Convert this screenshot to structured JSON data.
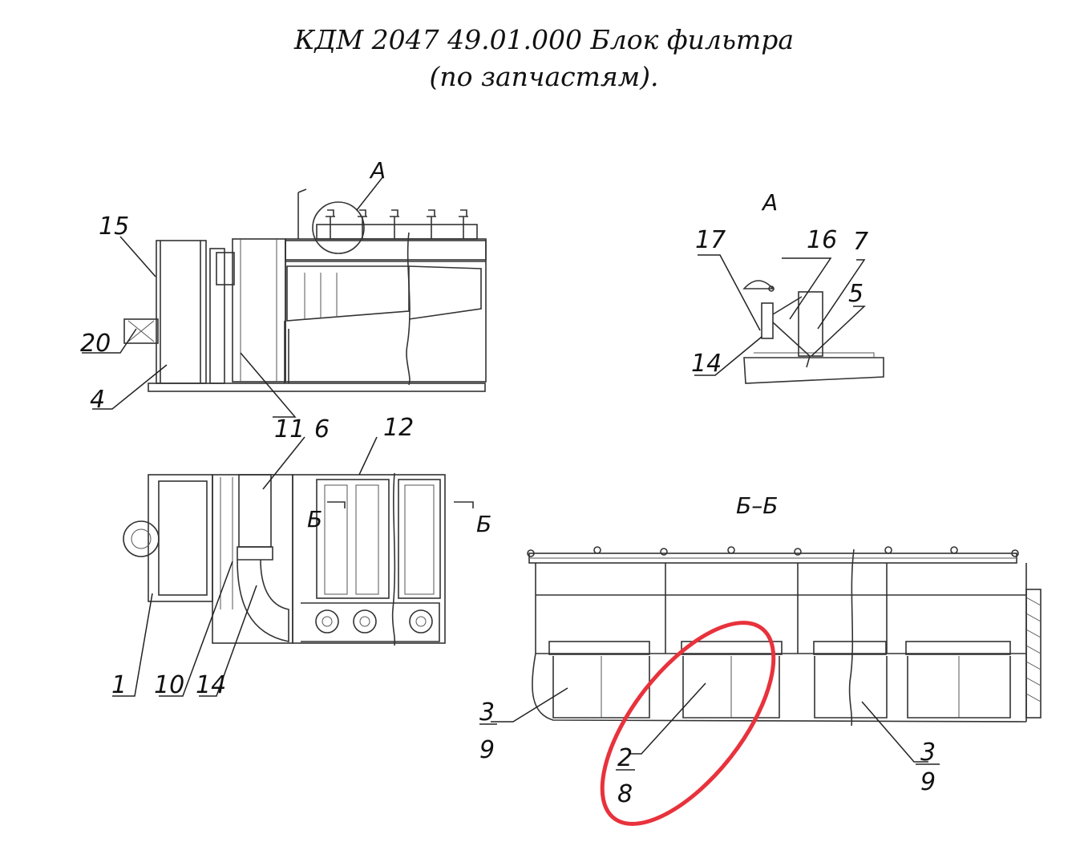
{
  "title": {
    "line1": "КДМ 2047 49.01.000 Блок фильтра",
    "line2": "(по запчастям)."
  },
  "views": {
    "detail": "А",
    "detail_callout": "А",
    "section": "Б–Б",
    "section_mark_left": "Б",
    "section_mark_right": "Б"
  },
  "callouts": {
    "c1": "1",
    "c2": "2",
    "c3a": "3",
    "c3b": "3",
    "c4": "4",
    "c5": "5",
    "c6": "6",
    "c7": "7",
    "c8": "8",
    "c9a": "9",
    "c9b": "9",
    "c10": "10",
    "c11": "11",
    "c12": "12",
    "c14a": "14",
    "c14b": "14",
    "c15": "15",
    "c16": "16",
    "c17": "17",
    "c20": "20"
  },
  "highlight": {
    "color": "#e8323c",
    "target": "2 / 8"
  }
}
